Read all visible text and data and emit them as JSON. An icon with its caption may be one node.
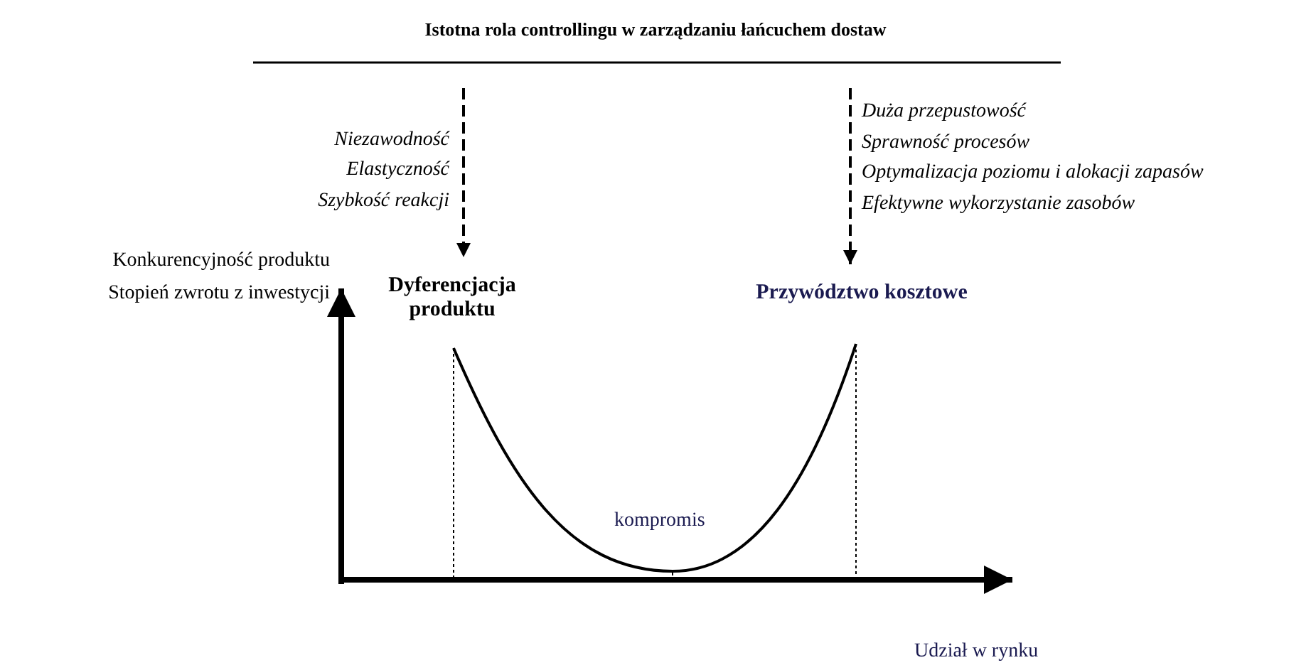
{
  "diagram": {
    "title": "Istotna rola controllingu w zarządzaniu łańcuchem dostaw",
    "nodes": [
      {
        "text": [
          "Dyferencjacja produktu"
        ]
      },
      {
        "text": [
          "Przywództwo kosztowe"
        ]
      }
    ],
    "edges": [
      {
        "from": null,
        "to": 0,
        "arrow": "to",
        "style": "dashed"
      },
      {
        "from": null,
        "to": 1,
        "arrow": "to",
        "style": "dashed"
      }
    ],
    "labels": [
      "Niezawodność",
      "Elastyczność",
      "Szybkość reakcji",
      "Duża przepustowość",
      "Sprawność procesów",
      "Optymalizacja poziomu i alokacji zapasów",
      "Efektywne wykorzystanie zasobów",
      "Konkurencyjność produktu",
      "Stopień zwrotu z inwestycji",
      "kompromis",
      "Udział w rynku"
    ]
  }
}
